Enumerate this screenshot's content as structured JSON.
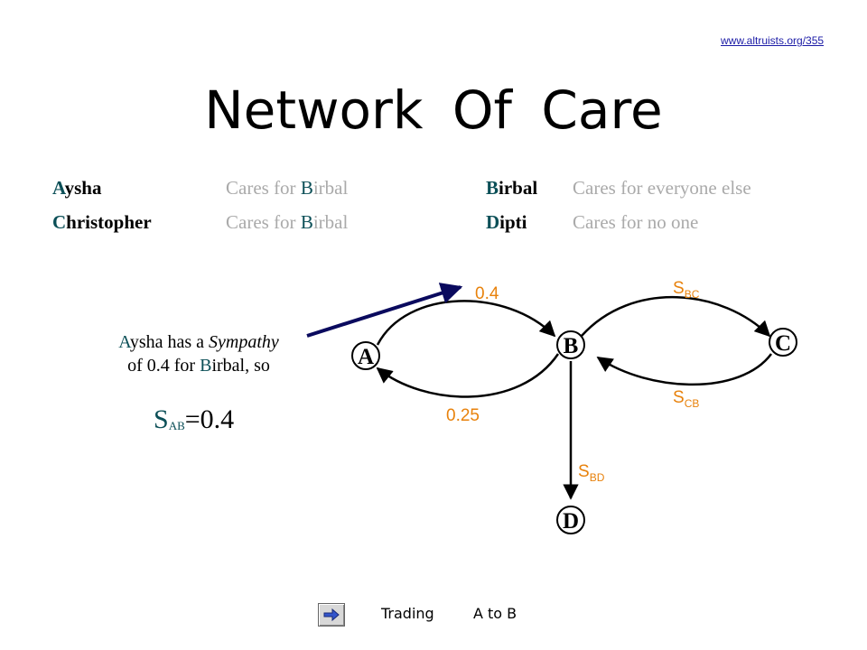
{
  "header": {
    "link": "www.altruists.org/355",
    "title": "Network  Of  Care"
  },
  "people": [
    {
      "first": "A",
      "rest": "ysha",
      "desc_pre": "Cares for ",
      "desc_first": "B",
      "desc_rest": "irbal"
    },
    {
      "first": "C",
      "rest": "hristopher",
      "desc_pre": "Cares for ",
      "desc_first": "B",
      "desc_rest": "irbal"
    },
    {
      "first": "B",
      "rest": "irbal",
      "desc_pre": "Cares for everyone else",
      "desc_first": "",
      "desc_rest": ""
    },
    {
      "first": "D",
      "rest": "ipti",
      "desc_pre": "Cares for no one",
      "desc_first": "",
      "desc_rest": ""
    }
  ],
  "diagram": {
    "nodes": [
      "A",
      "B",
      "C",
      "D"
    ],
    "edges": [
      {
        "from": "A",
        "to": "B",
        "label": "0.4"
      },
      {
        "from": "B",
        "to": "A",
        "label": "0.25"
      },
      {
        "from": "B",
        "to": "C",
        "label": "S",
        "sub": "BC"
      },
      {
        "from": "C",
        "to": "B",
        "label": "S",
        "sub": "CB"
      },
      {
        "from": "B",
        "to": "D",
        "label": "S",
        "sub": "BD"
      }
    ]
  },
  "note": {
    "l1_first": "A",
    "l1_mid": "ysha has a ",
    "l1_em": "Sympathy",
    "l2_pre": "of 0.4 for ",
    "l2_first": "B",
    "l2_rest": "irbal, so",
    "s_label": "S",
    "s_sub": "AB",
    "s_val": "=0.4"
  },
  "footer": {
    "nav_icon": "arrow-right-icon",
    "text1": "Trading",
    "text2": "A to B"
  },
  "colors": {
    "accent": "#0b4f57",
    "pointer_arrow": "#0a0a5e",
    "muted": "#aaaaaa",
    "edge_label": "#e8820c"
  }
}
